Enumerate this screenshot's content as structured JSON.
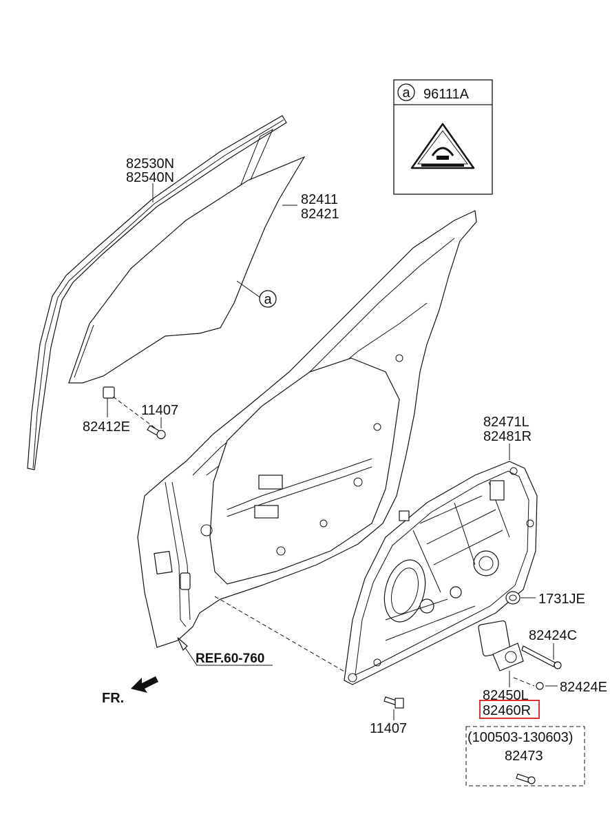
{
  "labels": {
    "weatherstrip": [
      "82530N",
      "82540N"
    ],
    "glass": [
      "82411",
      "82421"
    ],
    "callout_a": "a",
    "inset_code": "96111A",
    "glass_clip": "82412E",
    "bolt_upper": "11407",
    "module_panel": [
      "82471L",
      "82481R"
    ],
    "grommet": "1731JE",
    "screw_c": "82424C",
    "screw_e": "82424E",
    "motor": [
      "82450L",
      "82460R"
    ],
    "bolt_lower": "11407",
    "ref": "REF.60-760",
    "front": "FR.",
    "date_range": "(100503-130603)",
    "date_part": "82473"
  },
  "highlight": {
    "part": "82460R",
    "color": "#e03030"
  }
}
